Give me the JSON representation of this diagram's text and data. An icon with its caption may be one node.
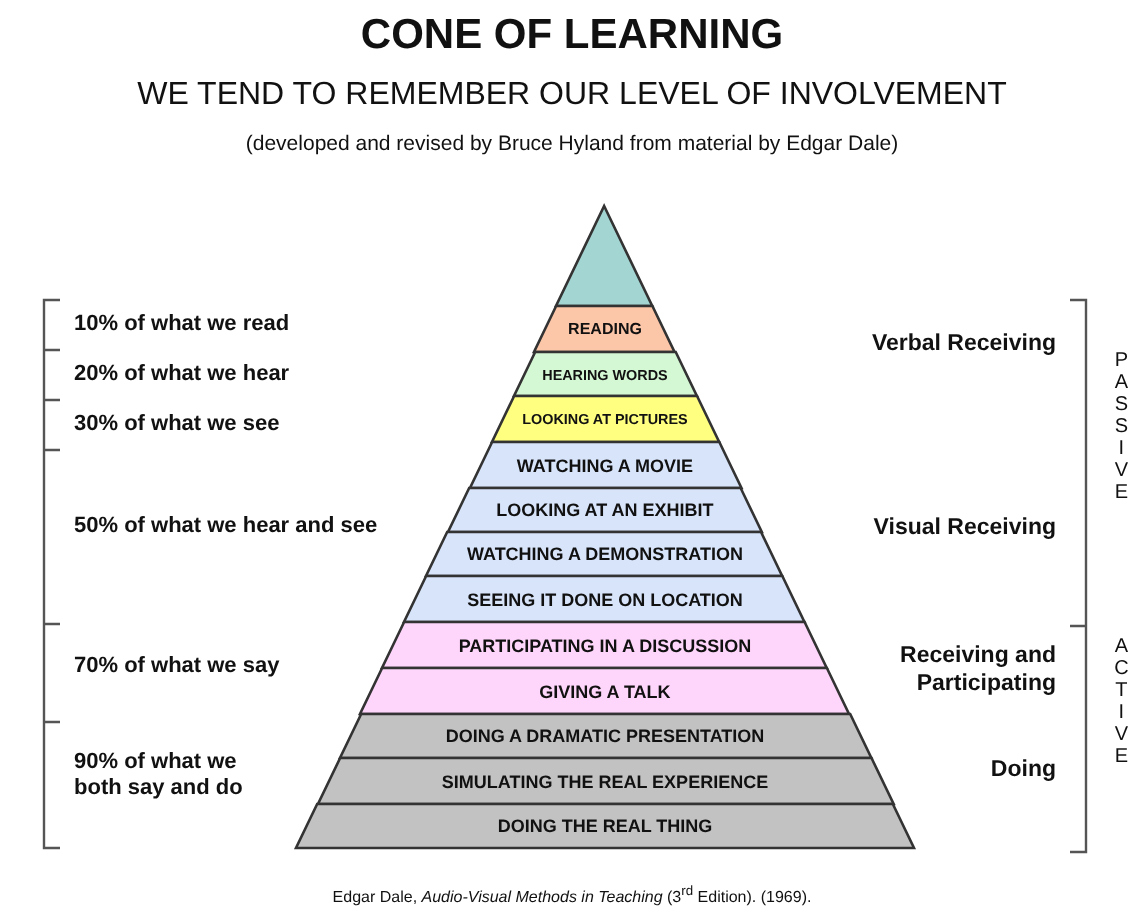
{
  "diagram": {
    "title": "CONE OF LEARNING",
    "caption": "Edgar Dale, *Audio-Visual Methods in Teaching* (3$^{rd}$ Edition). (1969).",
    "nodes": [
      {
        "text": [],
        "shape": "triangle"
      },
      {
        "text": [
          "READING"
        ]
      },
      {
        "text": [
          "HEARING WORDS"
        ]
      },
      {
        "text": [
          "LOOKING AT PICTURES"
        ]
      },
      {
        "text": [
          "WATCHING A MOVIE"
        ]
      },
      {
        "text": [
          "LOOKING AT AN EXHIBIT"
        ]
      },
      {
        "text": [
          "WATCHING A DEMONSTRATION"
        ]
      },
      {
        "text": [
          "SEEING IT DONE ON LOCATION"
        ]
      },
      {
        "text": [
          "PARTICIPATING IN A DISCUSSION"
        ]
      },
      {
        "text": [
          "GIVING A TALK"
        ]
      },
      {
        "text": [
          "DOING A DRAMATIC PRESENTATION"
        ]
      },
      {
        "text": [
          "SIMULATING THE REAL EXPERIENCE"
        ]
      },
      {
        "text": [
          "DOING THE REAL THING"
        ]
      }
    ],
    "labels": [
      "WE TEND TO REMEMBER OUR LEVEL OF INVOLVEMENT",
      "(developed and revised by Bruce Hyland from material by Edgar Dale)",
      "10% of what we read",
      "Verbal Receiving",
      "PASSIVE",
      "20% of what we hear",
      "30% of what we see",
      "50% of what we hear and see",
      "Visual Receiving",
      "70% of what we say",
      "Receiving and Participating",
      "ACTIVE",
      "90% of what we both say and do",
      "Doing"
    ]
  }
}
